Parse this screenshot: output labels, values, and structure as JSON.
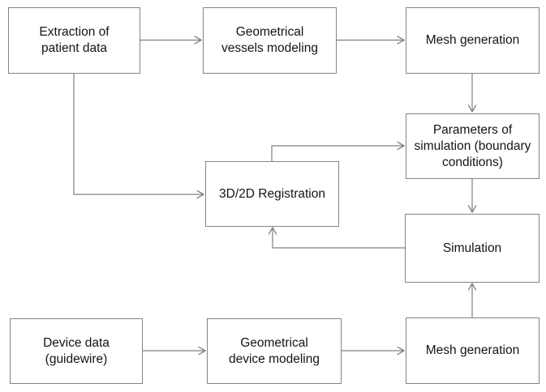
{
  "diagram": {
    "type": "flowchart",
    "background_color": "#ffffff",
    "box_fill_color": "#ffffff",
    "box_border_color": "#848484",
    "line_color": "#808080",
    "text_color": "#141414",
    "nodes": {
      "extraction_patient_data": {
        "label": "Extraction of\npatient data"
      },
      "geometrical_vessels_modeling": {
        "label": "Geometrical\nvessels modeling"
      },
      "mesh_generation_top": {
        "label": "Mesh generation"
      },
      "parameters_of_simulation": {
        "label": "Parameters of\nsimulation (boundary\nconditions)"
      },
      "registration_3d_2d": {
        "label": "3D/2D Registration"
      },
      "simulation": {
        "label": "Simulation"
      },
      "device_data": {
        "label": "Device data\n(guidewire)"
      },
      "geometrical_device_modeling": {
        "label": "Geometrical\ndevice modeling"
      },
      "mesh_generation_bottom": {
        "label": "Mesh generation"
      }
    },
    "edges": [
      {
        "from": "extraction_patient_data",
        "to": "geometrical_vessels_modeling"
      },
      {
        "from": "geometrical_vessels_modeling",
        "to": "mesh_generation_top"
      },
      {
        "from": "mesh_generation_top",
        "to": "parameters_of_simulation"
      },
      {
        "from": "extraction_patient_data",
        "to": "registration_3d_2d"
      },
      {
        "from": "registration_3d_2d",
        "to": "parameters_of_simulation"
      },
      {
        "from": "parameters_of_simulation",
        "to": "simulation"
      },
      {
        "from": "simulation",
        "to": "registration_3d_2d"
      },
      {
        "from": "device_data",
        "to": "geometrical_device_modeling"
      },
      {
        "from": "geometrical_device_modeling",
        "to": "mesh_generation_bottom"
      },
      {
        "from": "mesh_generation_bottom",
        "to": "simulation"
      }
    ]
  }
}
